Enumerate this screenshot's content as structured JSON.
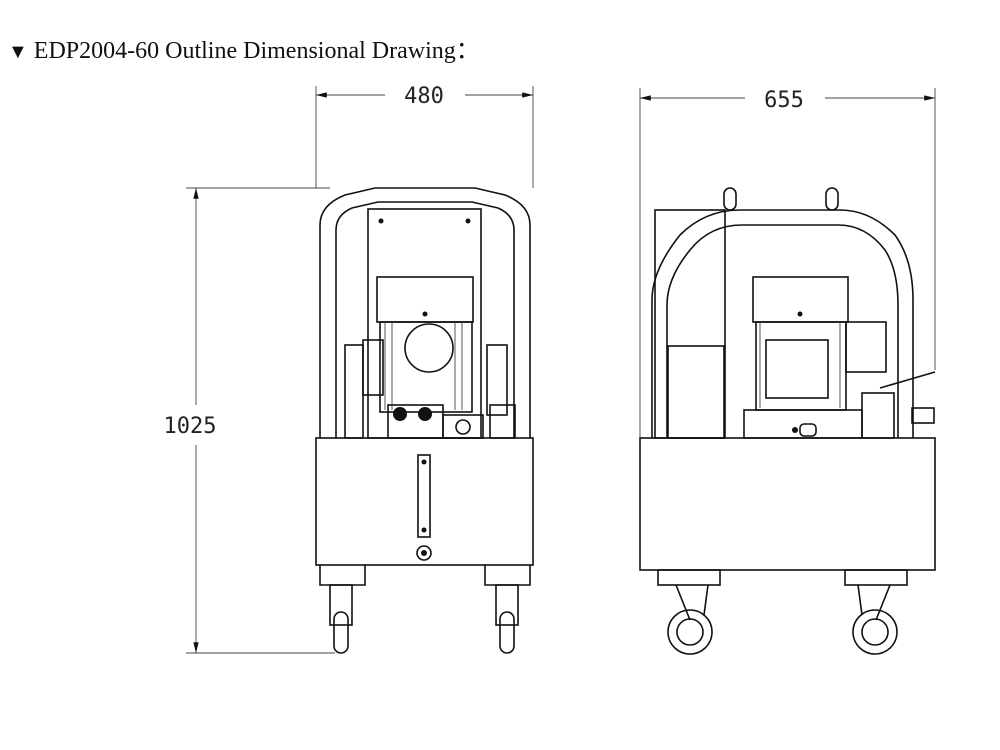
{
  "title": {
    "marker": "▼",
    "text": "EDP2004-60 Outline Dimensional Drawing："
  },
  "dimensions": {
    "front_width": "480",
    "side_width": "655",
    "height": "1025"
  }
}
